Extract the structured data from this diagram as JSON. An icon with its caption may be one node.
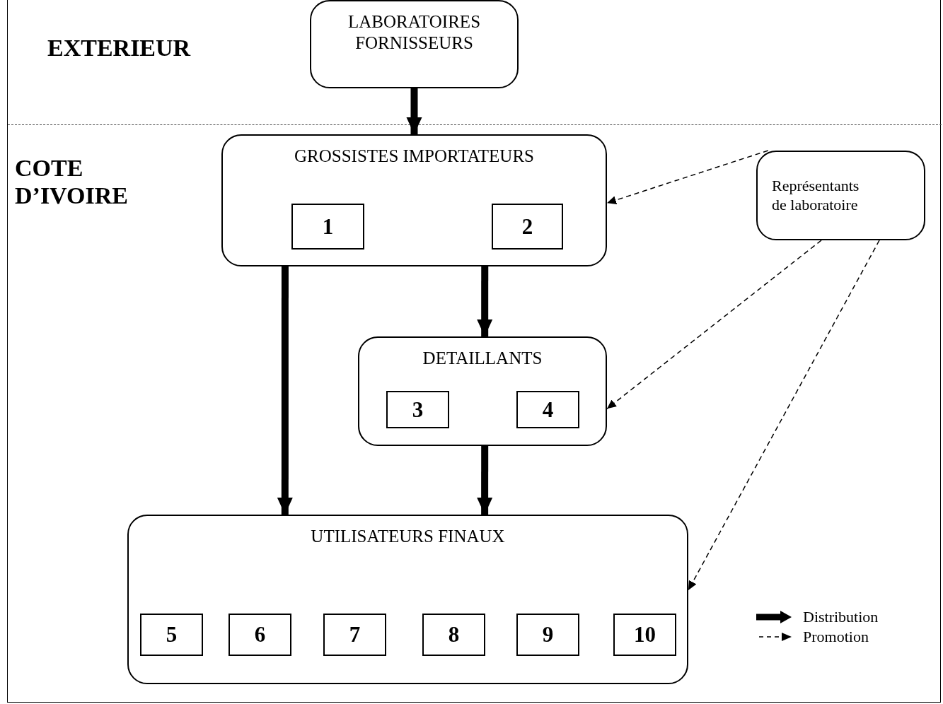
{
  "diagram": {
    "nodes": [
      {
        "text": [
          "LABORATOIRES FORNISSEURS"
        ]
      },
      {
        "text": [
          "GROSSISTES IMPORTATEURS"
        ]
      },
      {
        "text": [
          "1"
        ],
        "in": 1
      },
      {
        "text": [
          "2"
        ],
        "in": 1
      },
      {
        "text": [
          "Représentants de laboratoire"
        ]
      },
      {
        "text": [
          "DETAILLANTS"
        ]
      },
      {
        "text": [
          "3"
        ],
        "in": 5
      },
      {
        "text": [
          "4"
        ],
        "in": 5
      },
      {
        "text": [
          "UTILISATEURS FINAUX"
        ]
      },
      {
        "text": [
          "5"
        ],
        "in": 8
      },
      {
        "text": [
          "6"
        ],
        "in": 8
      },
      {
        "text": [
          "7"
        ],
        "in": 8
      },
      {
        "text": [
          "8"
        ],
        "in": 8
      },
      {
        "text": [
          "9"
        ],
        "in": 8
      },
      {
        "text": [
          "10"
        ],
        "in": 8
      }
    ],
    "edges": [
      {
        "from": 0,
        "to": 1,
        "arrow": "to"
      },
      {
        "from": 1,
        "to": 8,
        "arrow": "to"
      },
      {
        "from": 1,
        "to": 5,
        "arrow": "to"
      },
      {
        "from": 5,
        "to": 8,
        "arrow": "to"
      },
      {
        "from": 4,
        "to": 1,
        "arrow": "to",
        "style": "dashed"
      },
      {
        "from": 4,
        "to": 5,
        "arrow": "to",
        "style": "dashed"
      },
      {
        "from": 4,
        "to": 8,
        "arrow": "to",
        "style": "dashed"
      }
    ],
    "labels": [
      "EXTERIEUR",
      "COTE D’IVOIRE"
    ],
    "legend": [
      {
        "text": "Distribution"
      },
      {
        "text": "Promotion"
      }
    ]
  }
}
